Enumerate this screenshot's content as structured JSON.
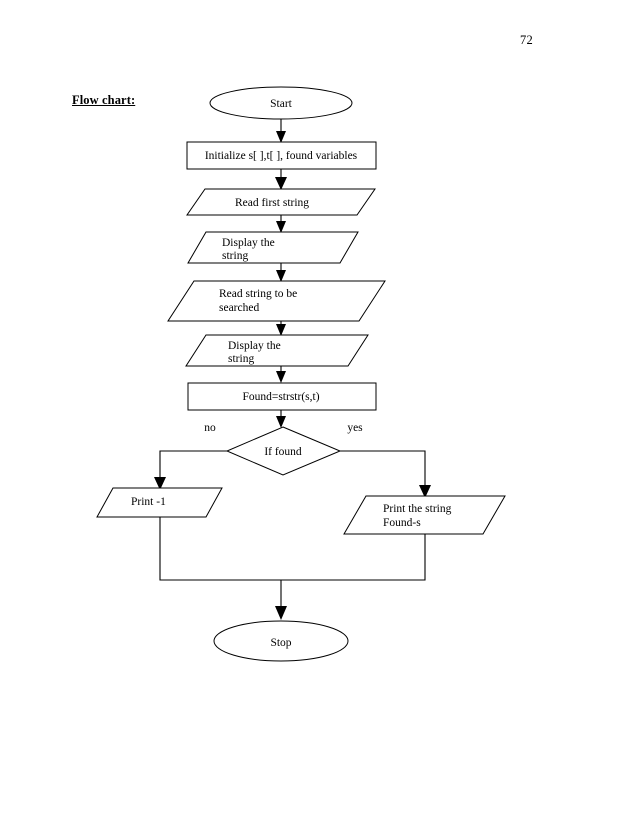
{
  "document": {
    "page_number": "72",
    "section_label": "Flow chart:"
  },
  "flowchart": {
    "type": "flowchart",
    "title": "Flow chart:",
    "nodes": [
      {
        "id": "start",
        "shape": "ellipse",
        "label": "Start"
      },
      {
        "id": "init",
        "shape": "rectangle",
        "label": "Initialize s[ ],t[ ], found variables"
      },
      {
        "id": "read1",
        "shape": "parallelogram",
        "label": "Read first string"
      },
      {
        "id": "display1",
        "shape": "parallelogram",
        "label_line1": "Display the",
        "label_line2": "string"
      },
      {
        "id": "read2",
        "shape": "parallelogram",
        "label_line1": "Read string to be",
        "label_line2": "searched"
      },
      {
        "id": "display2",
        "shape": "parallelogram",
        "label_line1": "Display the",
        "label_line2": "string"
      },
      {
        "id": "found",
        "shape": "rectangle",
        "label": "Found=strstr(s,t)"
      },
      {
        "id": "iffound",
        "shape": "diamond",
        "label": "If found"
      },
      {
        "id": "printneg1",
        "shape": "parallelogram",
        "label": "Print -1"
      },
      {
        "id": "printstr",
        "shape": "parallelogram",
        "label_line1": "Print the string",
        "label_line2": "Found-s"
      },
      {
        "id": "stop",
        "shape": "ellipse",
        "label": "Stop"
      }
    ],
    "branch_labels": {
      "no": "no",
      "yes": "yes"
    },
    "edges": [
      {
        "from": "start",
        "to": "init",
        "label": ""
      },
      {
        "from": "init",
        "to": "read1",
        "label": ""
      },
      {
        "from": "read1",
        "to": "display1",
        "label": ""
      },
      {
        "from": "display1",
        "to": "read2",
        "label": ""
      },
      {
        "from": "read2",
        "to": "display2",
        "label": ""
      },
      {
        "from": "display2",
        "to": "found",
        "label": ""
      },
      {
        "from": "found",
        "to": "iffound",
        "label": ""
      },
      {
        "from": "iffound",
        "to": "printneg1",
        "label": "no"
      },
      {
        "from": "iffound",
        "to": "printstr",
        "label": "yes"
      },
      {
        "from": "printneg1",
        "to": "stop",
        "label": ""
      },
      {
        "from": "printstr",
        "to": "stop",
        "label": ""
      }
    ]
  }
}
